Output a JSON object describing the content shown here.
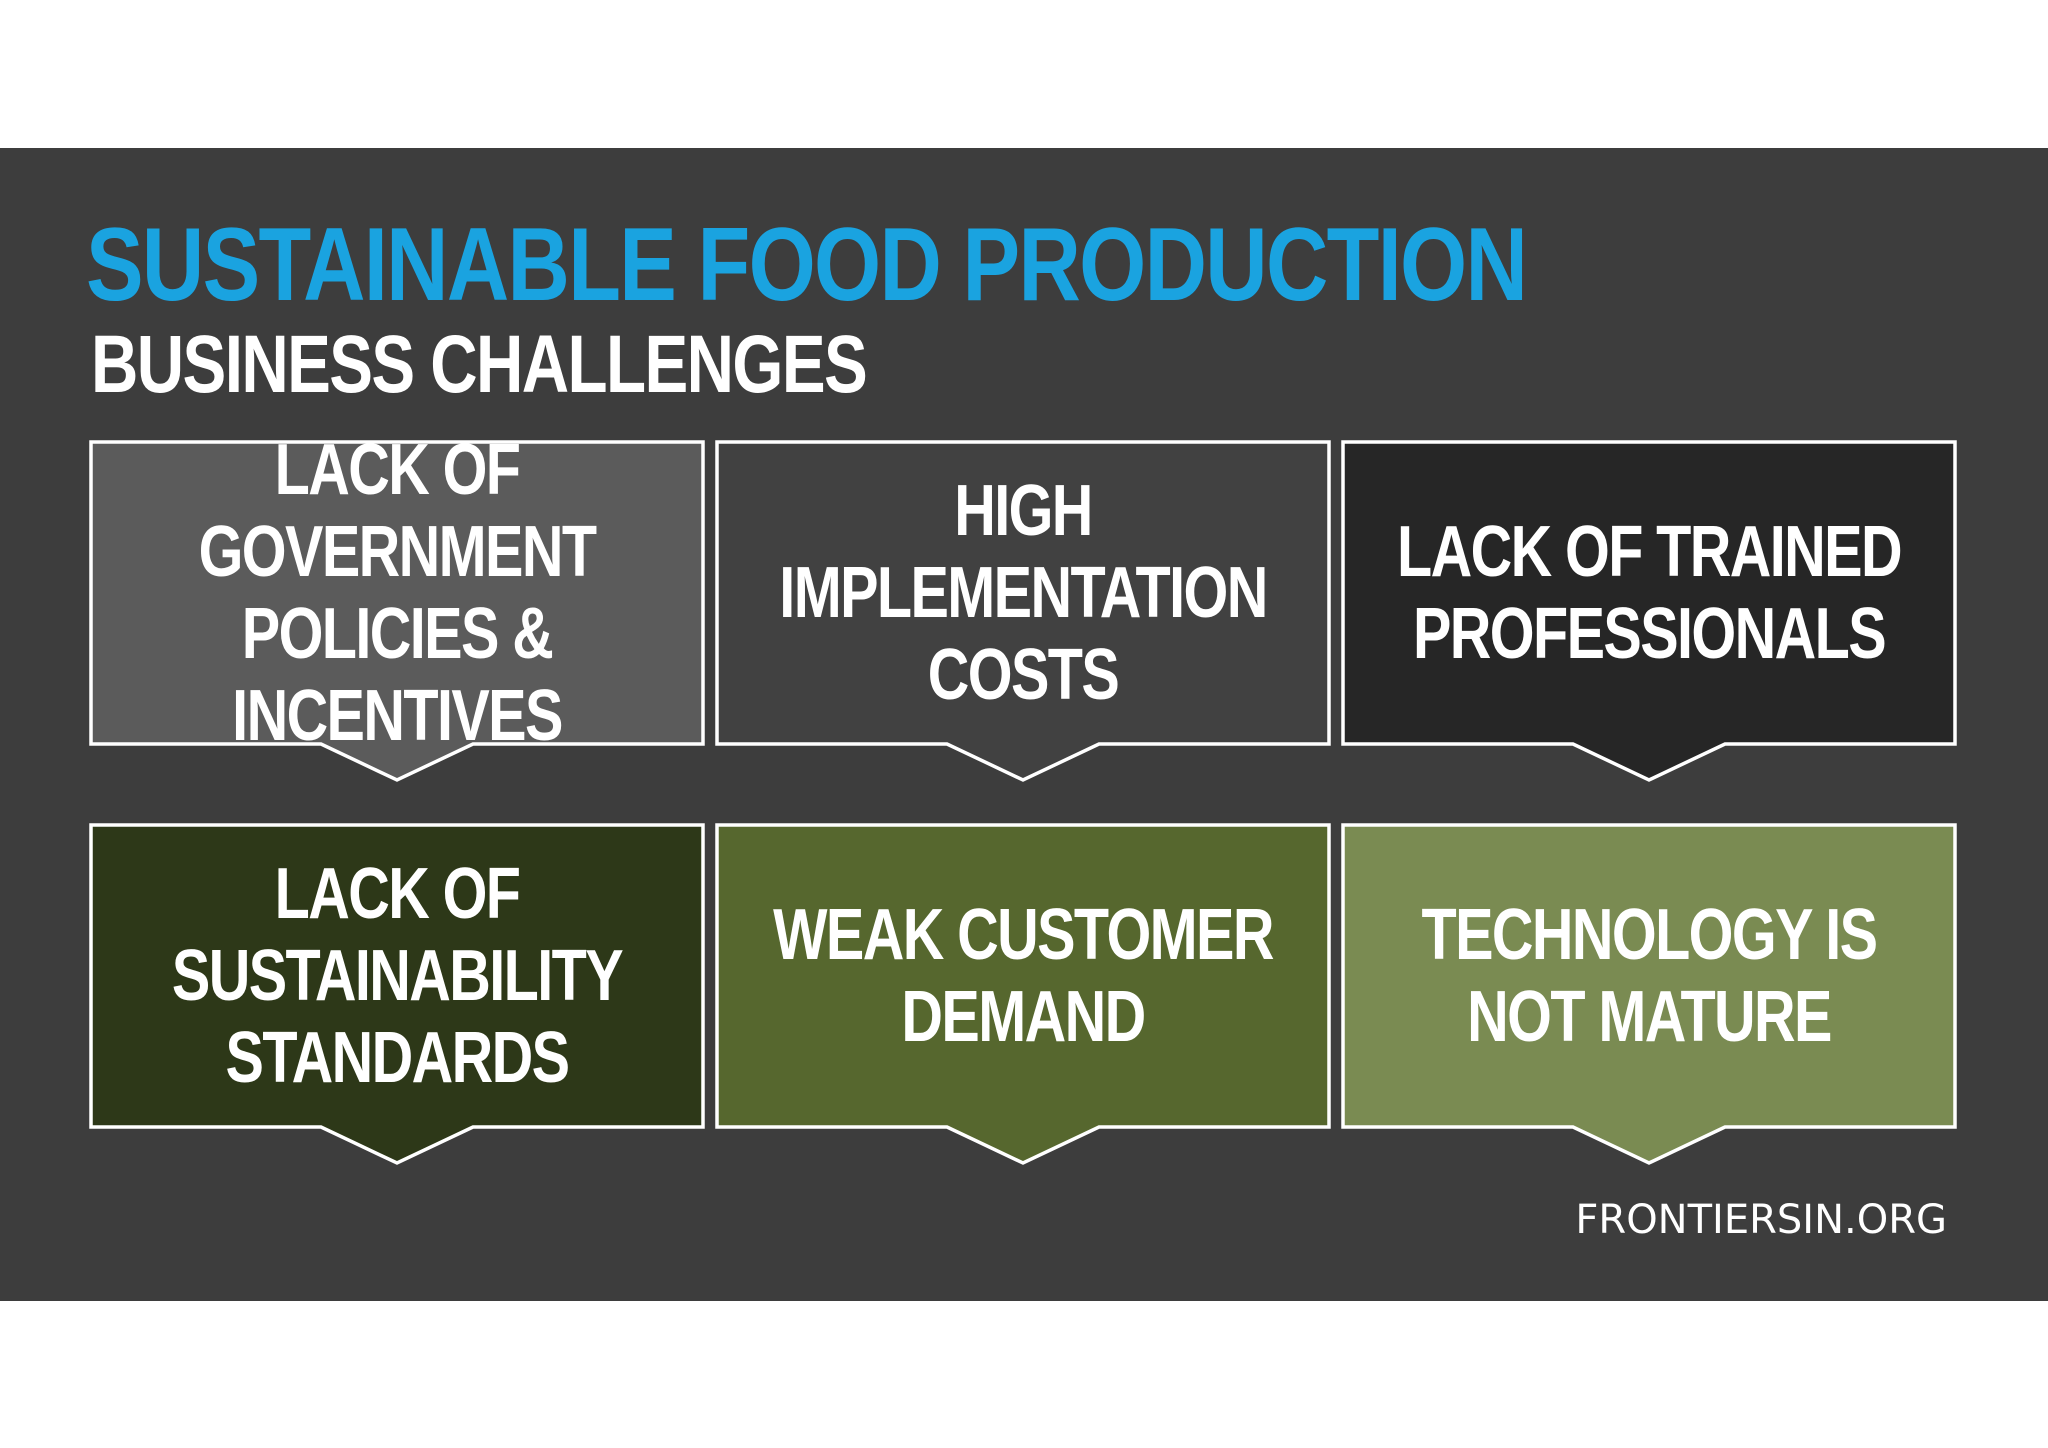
{
  "title": "SUSTAINABLE FOOD PRODUCTION",
  "subtitle": "BUSINESS CHALLENGES",
  "cards": [
    {
      "label": "LACK OF GOVERNMENT POLICIES & INCENTIVES",
      "color": "#5b5b5b"
    },
    {
      "label": "HIGH IMPLEMENTATION COSTS",
      "color": "#414141"
    },
    {
      "label": "LACK OF TRAINED PROFESSIONALS",
      "color": "#262626"
    },
    {
      "label": "LACK OF SUSTAINABILITY STANDARDS",
      "color": "#2d3818"
    },
    {
      "label": "WEAK CUSTOMER DEMAND",
      "color": "#56672e"
    },
    {
      "label": "TECHNOLOGY IS NOT MATURE",
      "color": "#7a8b52"
    }
  ],
  "footer": "FRONTIERSIN.ORG",
  "colors": {
    "panel": "#3d3d3d",
    "title": "#1aa3e0",
    "text": "#ffffff",
    "card_border": "#ffffff"
  }
}
